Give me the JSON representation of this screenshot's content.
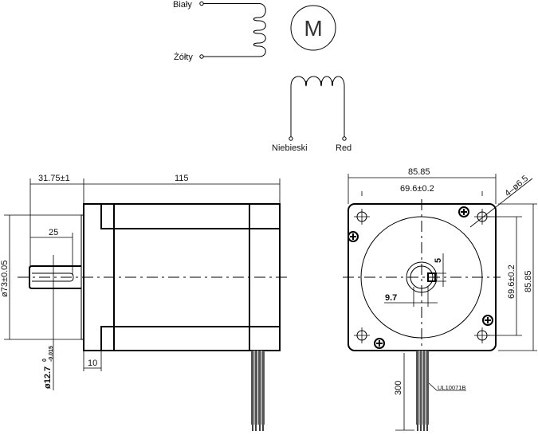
{
  "schematic": {
    "coil_a_labels": [
      "Biały",
      "Żółty"
    ],
    "coil_b_labels": [
      "Niebieski",
      "Red"
    ],
    "motor_symbol": "M"
  },
  "side_view": {
    "dim_shaft_length": "31.75±1",
    "dim_body_length": "115",
    "dim_key_length": "25",
    "dim_flange_diameter": "ø73±0.05",
    "dim_shaft_diameter": "ø12.7",
    "dim_shaft_tol_upper": "0",
    "dim_shaft_tol_lower": "-0.015",
    "dim_cap_thickness": "10"
  },
  "front_view": {
    "dim_width": "85.85",
    "dim_hole_spacing_h": "69.6±0.2",
    "dim_hole_spacing_v": "69.6±0.2",
    "dim_height": "85.85",
    "dim_holes": "4–ø6.5",
    "dim_key_width": "5",
    "dim_flat": "9.7",
    "dim_lead_length": "300",
    "wire_spec": "UL10071B"
  }
}
